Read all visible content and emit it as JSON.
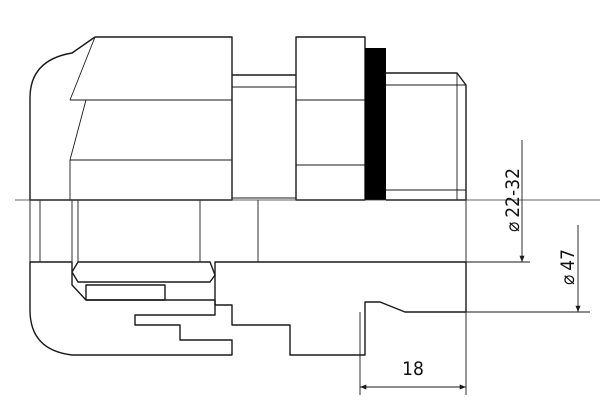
{
  "dimensions": {
    "inner_diameter": {
      "symbol": "⌀",
      "value": "22-32"
    },
    "outer_diameter": {
      "symbol": "⌀",
      "value": "47"
    },
    "thread_length": {
      "value": "18"
    }
  },
  "colors": {
    "line": "#1a1a1a",
    "seal": "#000000",
    "background": "#ffffff"
  }
}
